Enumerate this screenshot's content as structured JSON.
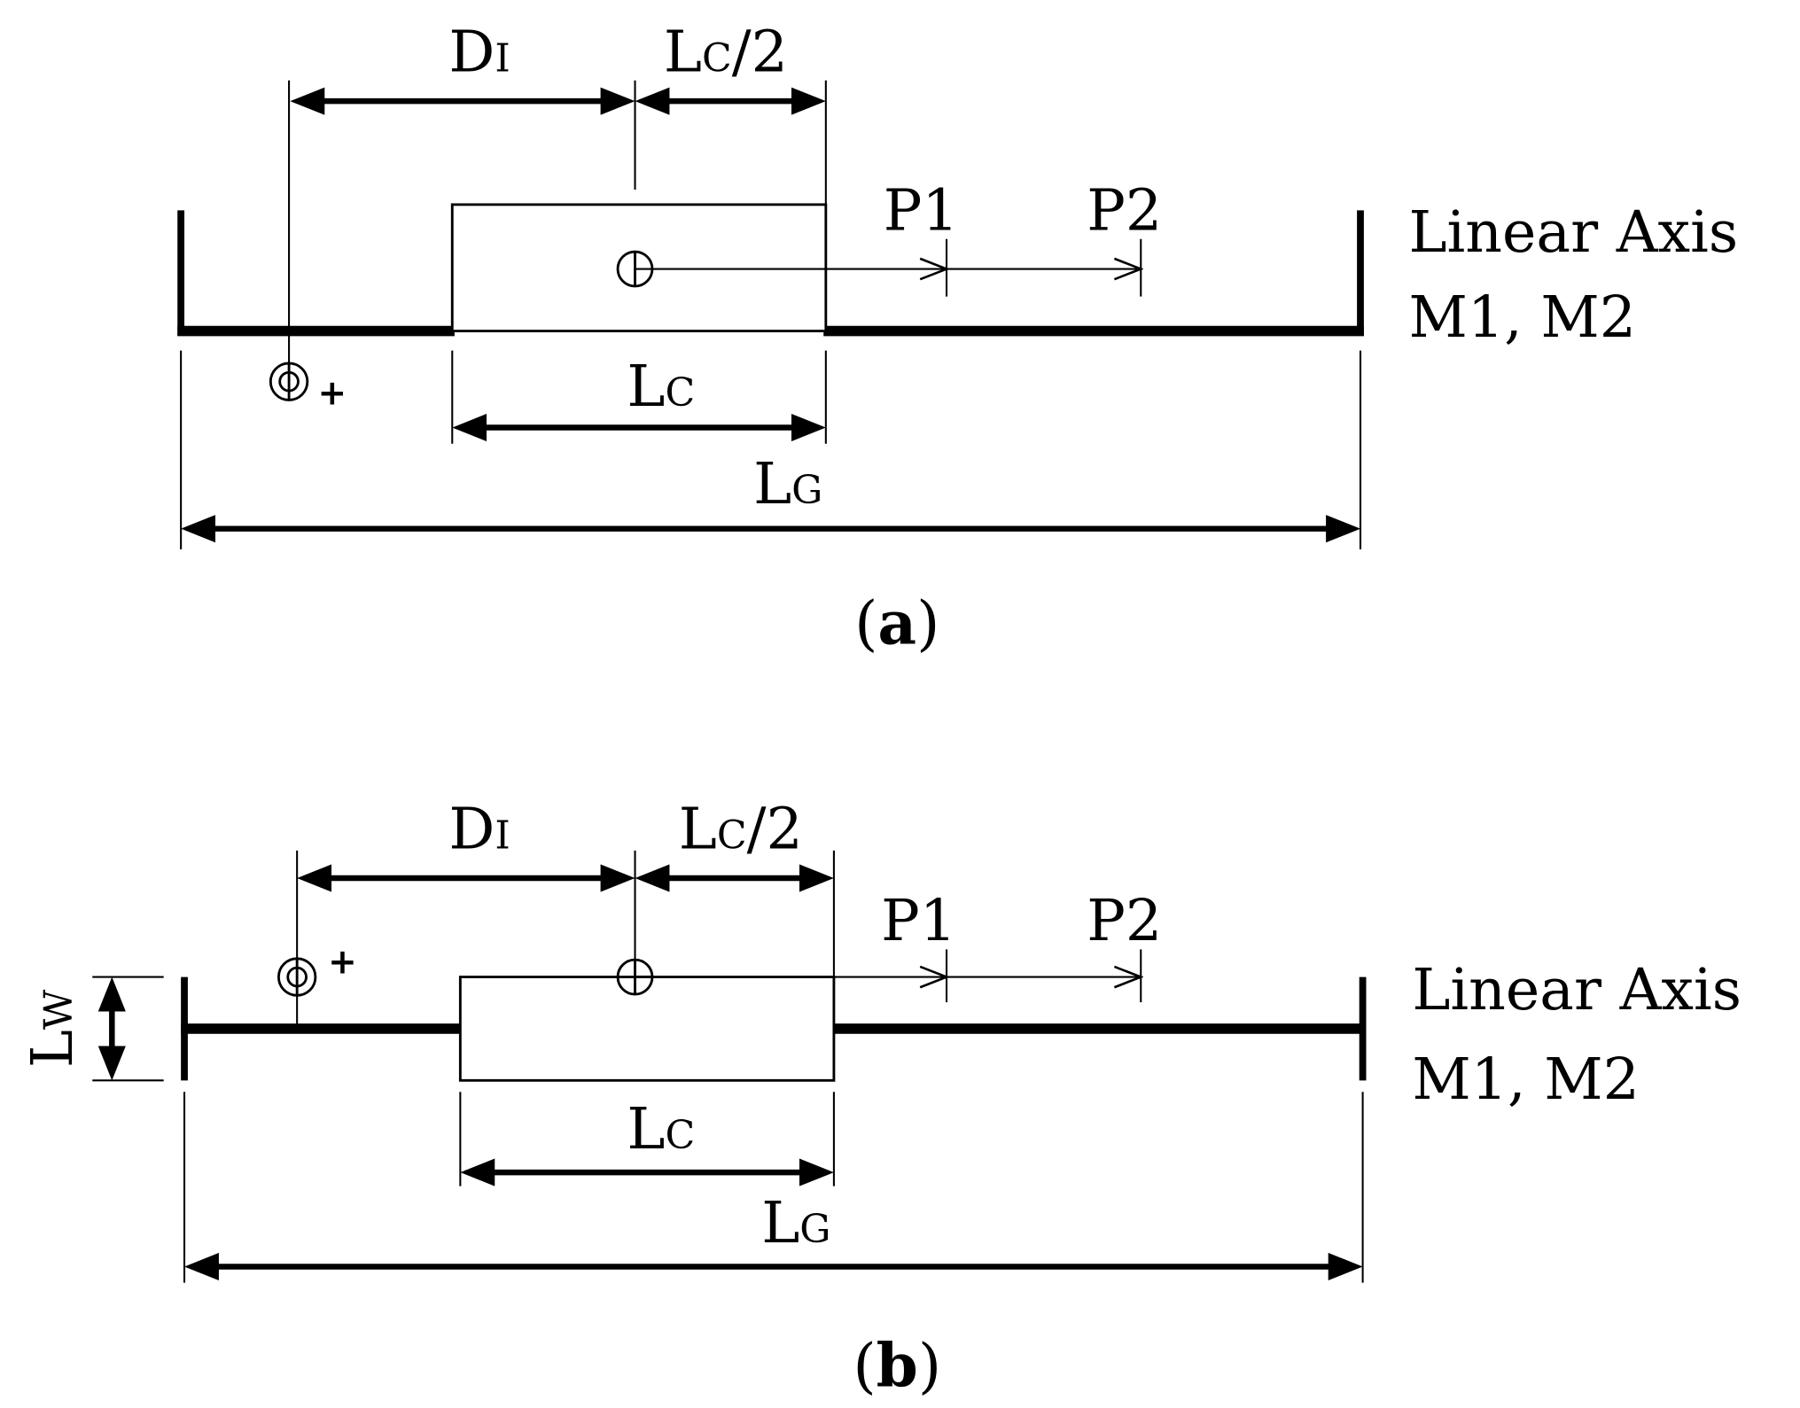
{
  "colors": {
    "ink": "#000000",
    "background": "#ffffff"
  },
  "symbols": {
    "carriage_center": "center-of-gravity-symbol",
    "reference": "origin-symbol"
  },
  "panels": [
    {
      "dim_di": {
        "main": "D",
        "sub": "I"
      },
      "dim_half_carriage": {
        "main": "L",
        "sub": "C",
        "tail": "/2"
      },
      "position_1": "P1",
      "position_2": "P2",
      "axis_title": "Linear Axis",
      "axis_motors": "M1, M2",
      "dim_carriage": {
        "main": "L",
        "sub": "C"
      },
      "dim_guide": {
        "main": "L",
        "sub": "G"
      },
      "origin_sign": "+",
      "caption": {
        "open": "(",
        "letter": "a",
        "close": ")"
      }
    },
    {
      "dim_di": {
        "main": "D",
        "sub": "I"
      },
      "dim_half_carriage": {
        "main": "L",
        "sub": "C",
        "tail": "/2"
      },
      "position_1": "P1",
      "position_2": "P2",
      "axis_title": "Linear Axis",
      "axis_motors": "M1, M2",
      "dim_carriage": {
        "main": "L",
        "sub": "C"
      },
      "dim_guide": {
        "main": "L",
        "sub": "G"
      },
      "dim_width": {
        "main": "L",
        "sub": "W"
      },
      "origin_sign": "+",
      "caption": {
        "open": "(",
        "letter": "b",
        "close": ")"
      }
    }
  ]
}
